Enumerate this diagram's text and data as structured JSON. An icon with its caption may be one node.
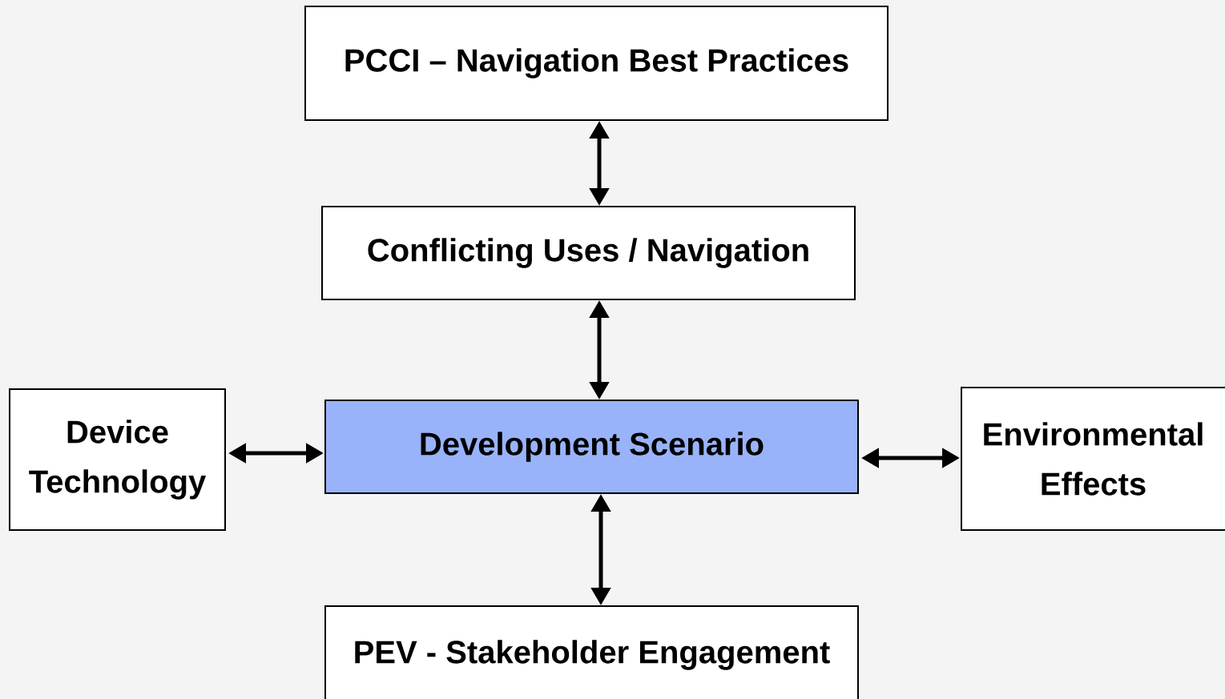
{
  "diagram": {
    "nodes": [
      {
        "text": [
          "PCCI – Navigation Best Practices"
        ]
      },
      {
        "text": [
          "Conflicting Uses / Navigation"
        ]
      },
      {
        "text": [
          "Device Technology"
        ]
      },
      {
        "text": [
          "Development Scenario"
        ]
      },
      {
        "text": [
          "Environmental Effects"
        ]
      },
      {
        "text": [
          "PEV - Stakeholder Engagement"
        ]
      }
    ],
    "edges": [
      {
        "from": 0,
        "to": 1,
        "arrow": "both"
      },
      {
        "from": 1,
        "to": 3,
        "arrow": "both"
      },
      {
        "from": 2,
        "to": 3,
        "arrow": "both"
      },
      {
        "from": 3,
        "to": 4,
        "arrow": "both"
      },
      {
        "from": 3,
        "to": 5,
        "arrow": "both"
      }
    ]
  }
}
